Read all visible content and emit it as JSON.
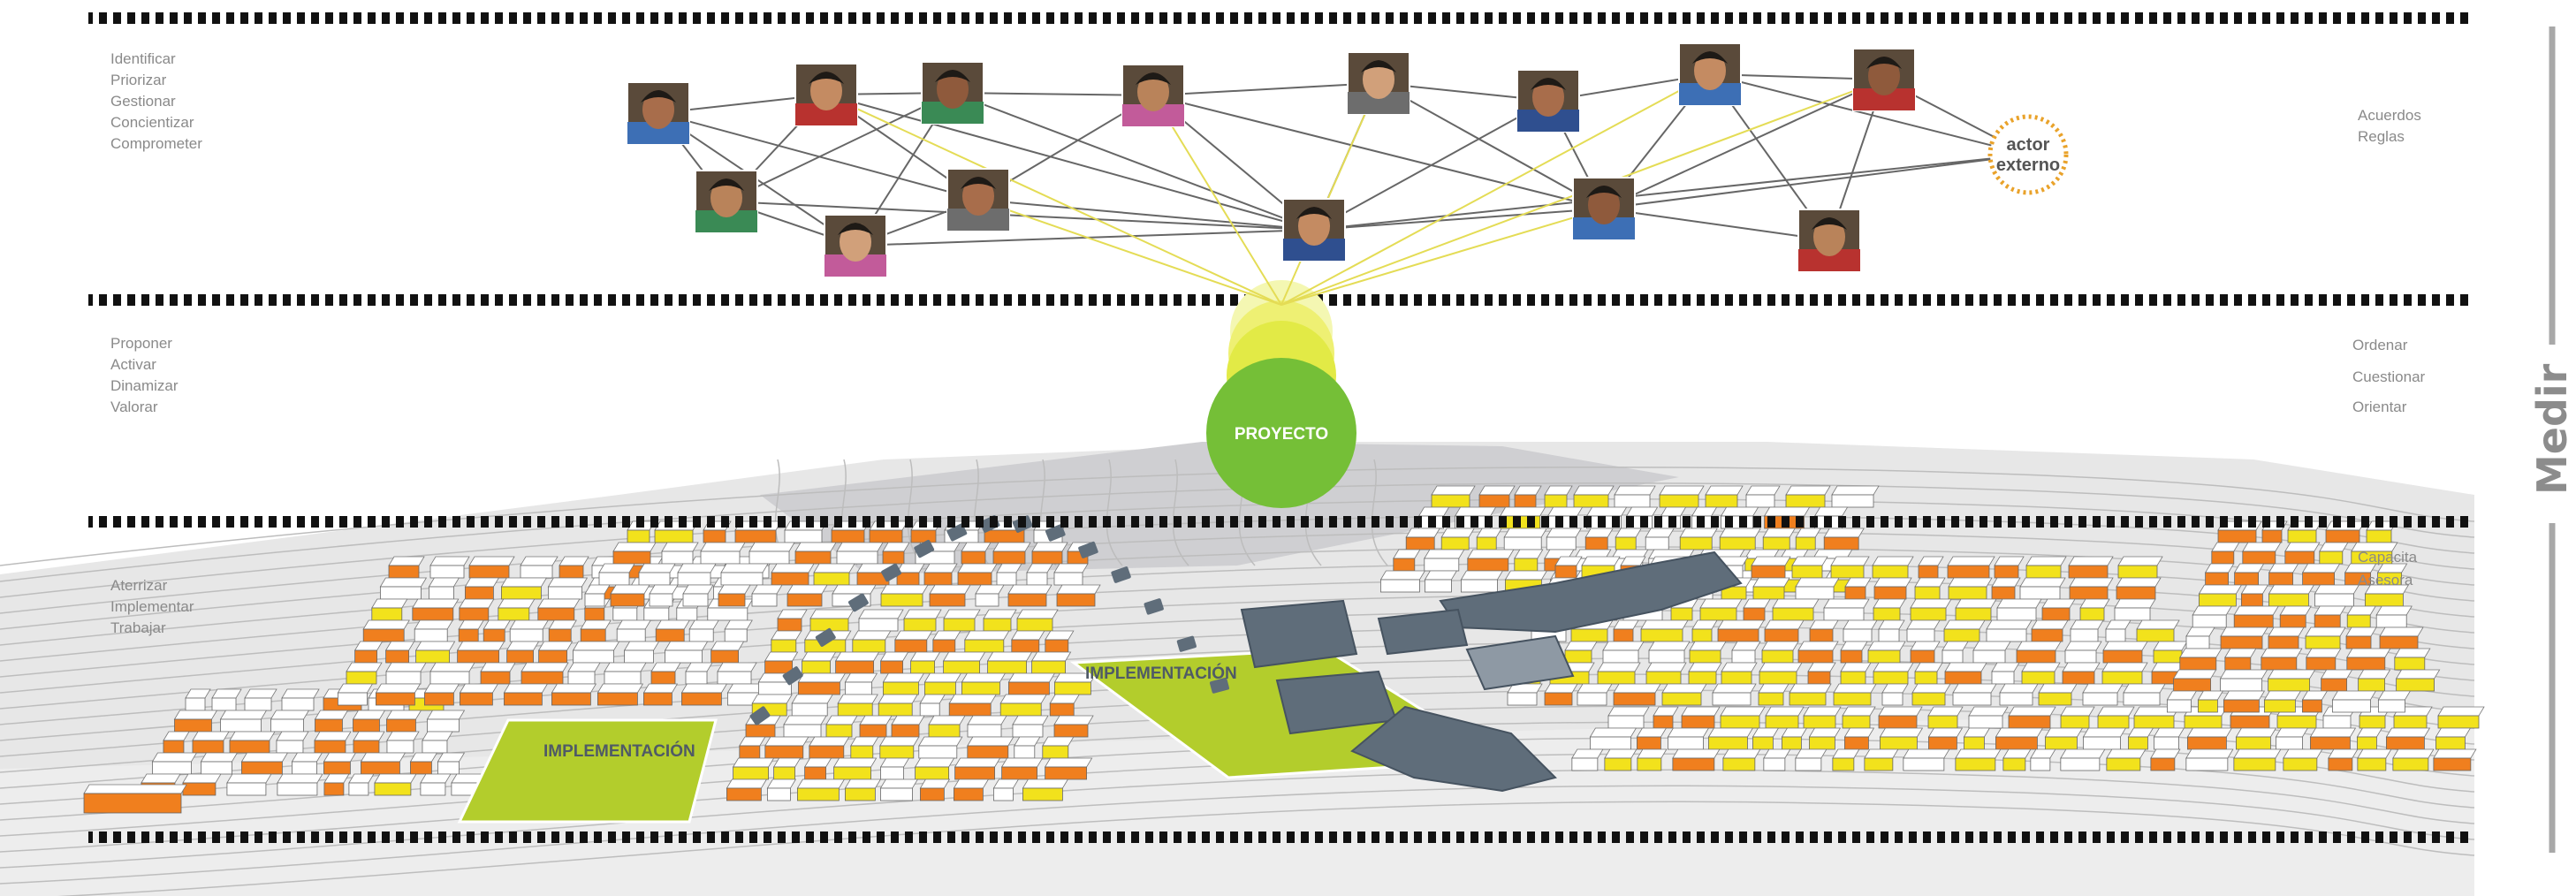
{
  "layers": {
    "top": {
      "left_verbs": [
        "Identificar",
        "Priorizar",
        "Gestionar",
        "Concientizar",
        "Comprometer"
      ],
      "right_verbs": [
        "Acuerdos",
        "Reglas"
      ]
    },
    "middle": {
      "left_verbs": [
        "Proponer",
        "Activar",
        "Dinamizar",
        "Valorar"
      ],
      "right_verbs": [
        "Ordenar",
        "Cuestionar",
        "Orientar"
      ]
    },
    "bottom": {
      "left_verbs": [
        "Aterrizar",
        "Implementar",
        "Trabajar"
      ],
      "right_verbs": [
        "Capacita",
        "Asesora"
      ]
    }
  },
  "network": {
    "external_actor": [
      "actor",
      "externo"
    ],
    "portrait_count": 15
  },
  "project_label": "PROYECTO",
  "implementation_labels": [
    "IMPLEMENTACIÓN",
    "IMPLEMENTACIÓN"
  ],
  "side_label": "Medir",
  "colors": {
    "orange": "#f07f1e",
    "yellow": "#f2e21c",
    "lime": "#b5cf2a",
    "green": "#7cc23a",
    "slate": "#5f6d7a",
    "separator": "#111111"
  }
}
